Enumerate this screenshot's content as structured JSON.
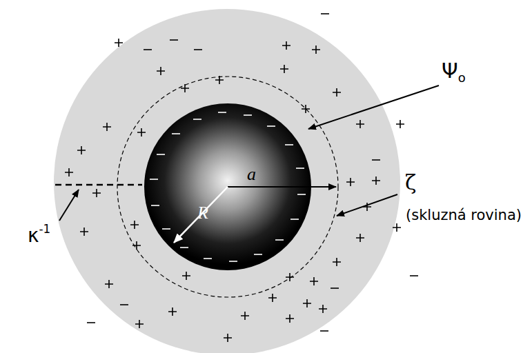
{
  "diagram": {
    "labels": [
      "Ψo",
      "a",
      "R",
      "κ-1",
      "ζ",
      "(skluzná rovina)"
    ]
  }
}
